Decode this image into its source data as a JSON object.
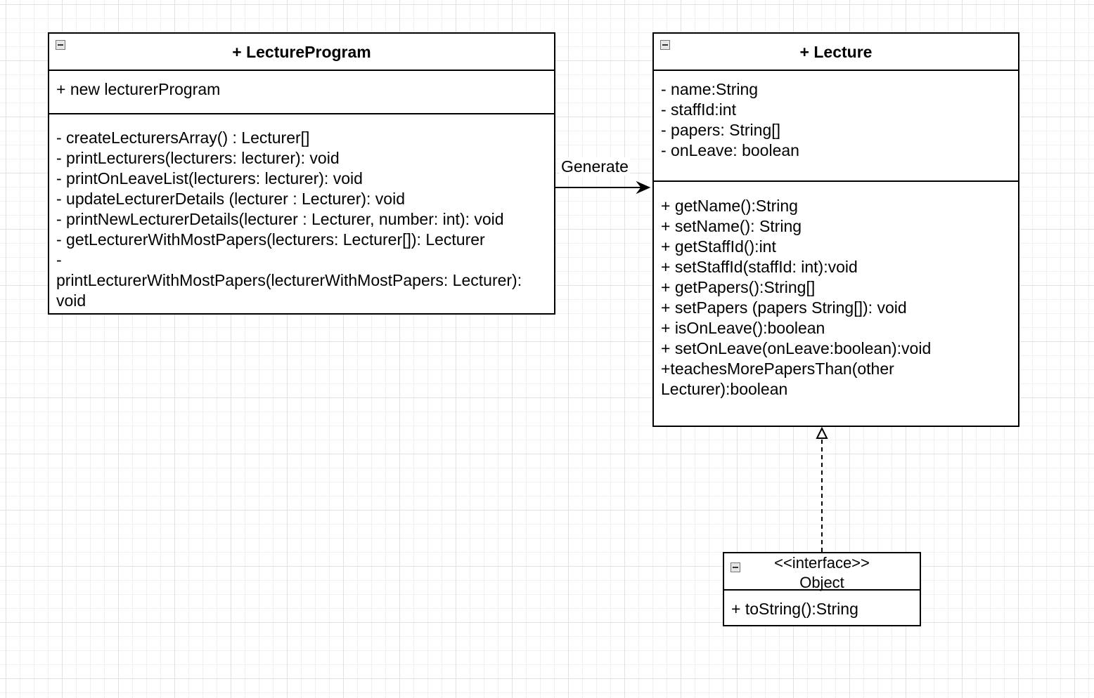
{
  "classes": {
    "lecture_program": {
      "name": "+ LectureProgram",
      "attributes": [
        "+ new lecturerProgram"
      ],
      "operations": [
        "- createLecturersArray() : Lecturer[]",
        "- printLecturers(lecturers: lecturer): void",
        "- printOnLeaveList(lecturers: lecturer): void",
        "- updateLecturerDetails (lecturer : Lecturer): void",
        "- printNewLecturerDetails(lecturer : Lecturer, number: int): void",
        "- getLecturerWithMostPapers(lecturers: Lecturer[]): Lecturer",
        "-",
        "printLecturerWithMostPapers(lecturerWithMostPapers: Lecturer):",
        "void"
      ]
    },
    "lecture": {
      "name": "+ Lecture",
      "attributes": [
        "- name:String",
        "- staffId:int",
        "- papers: String[]",
        "- onLeave: boolean"
      ],
      "operations": [
        "+ getName():String",
        "+ setName(): String",
        "+ getStaffId():int",
        "+ setStaffId(staffId: int):void",
        "+ getPapers():String[]",
        "+ setPapers (papers String[]): void",
        "+ isOnLeave():boolean",
        "+ setOnLeave(onLeave:boolean):void",
        "+teachesMorePapersThan(other",
        "Lecturer):boolean"
      ]
    },
    "object": {
      "stereotype": "<<interface>>",
      "name": "Object",
      "operations": [
        "+ toString():String"
      ]
    }
  },
  "edges": {
    "generate": {
      "label": "Generate",
      "from": "LectureProgram",
      "to": "Lecture",
      "kind": "association"
    },
    "realization": {
      "label": "",
      "from": "Object",
      "to": "Lecture",
      "kind": "realization"
    }
  },
  "colors": {
    "stroke": "#000000",
    "grid": "#e1e1e1",
    "background": "#ffffff"
  }
}
